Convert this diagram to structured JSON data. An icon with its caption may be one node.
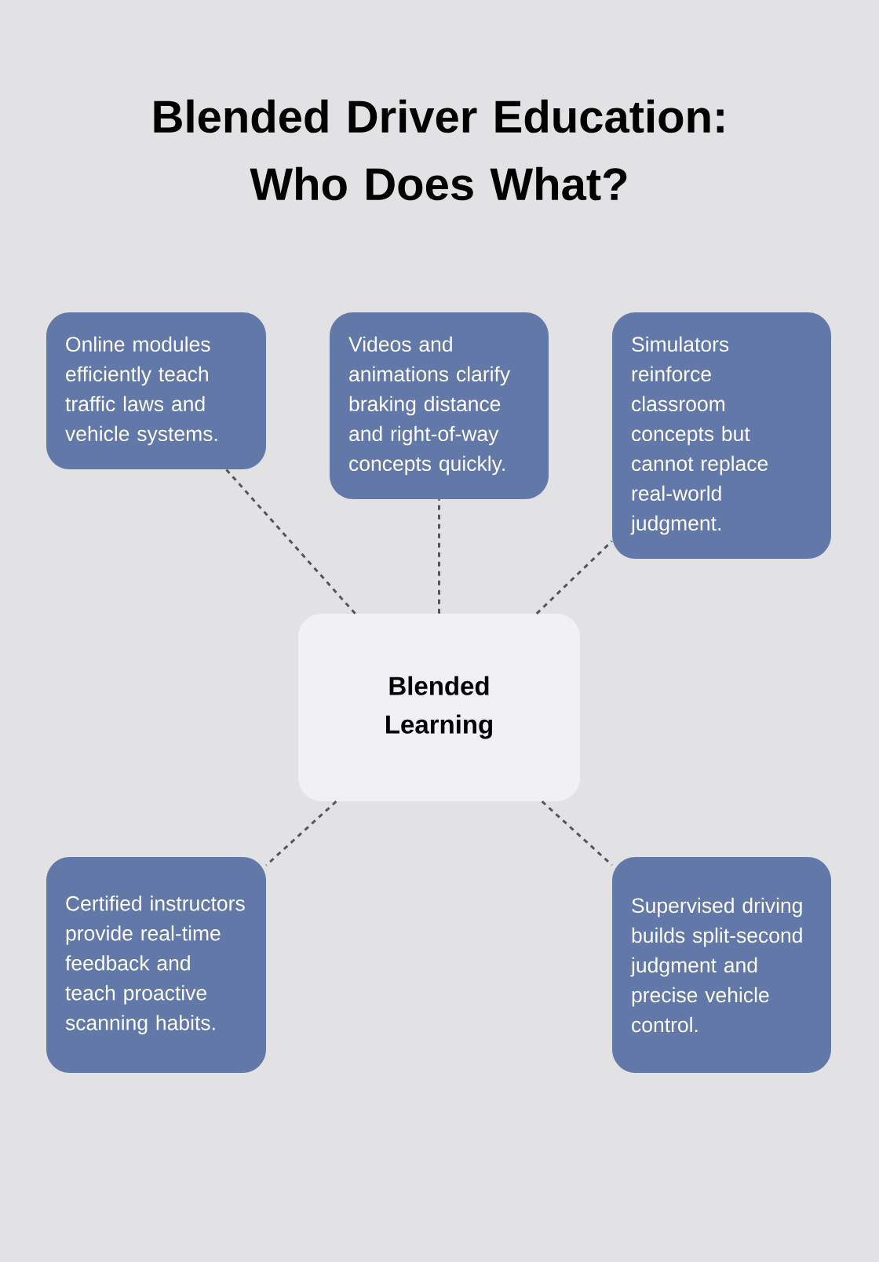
{
  "diagram": {
    "title": "Blended Driver Education: Who Does What?",
    "nodes": [
      {
        "text": [
          "Online modules efficiently teach traffic laws and vehicle systems."
        ]
      },
      {
        "text": [
          "Videos and animations clarify braking distance and right-of-way concepts quickly."
        ]
      },
      {
        "text": [
          "Simulators reinforce classroom concepts but cannot replace real-world judgment."
        ]
      },
      {
        "text": [
          "Blended Learning"
        ]
      },
      {
        "text": [
          "Certified instructors provide real-time feedback and teach proactive scanning habits."
        ]
      },
      {
        "text": [
          "Supervised driving builds split-second judgment and precise vehicle control."
        ]
      }
    ],
    "edges": [
      {
        "from": 3,
        "to": 0,
        "arrow": "none",
        "style": "dashed"
      },
      {
        "from": 3,
        "to": 1,
        "arrow": "none",
        "style": "dashed"
      },
      {
        "from": 3,
        "to": 2,
        "arrow": "none",
        "style": "dashed"
      },
      {
        "from": 3,
        "to": 4,
        "arrow": "none",
        "style": "dashed"
      },
      {
        "from": 3,
        "to": 5,
        "arrow": "none",
        "style": "dashed"
      }
    ]
  }
}
